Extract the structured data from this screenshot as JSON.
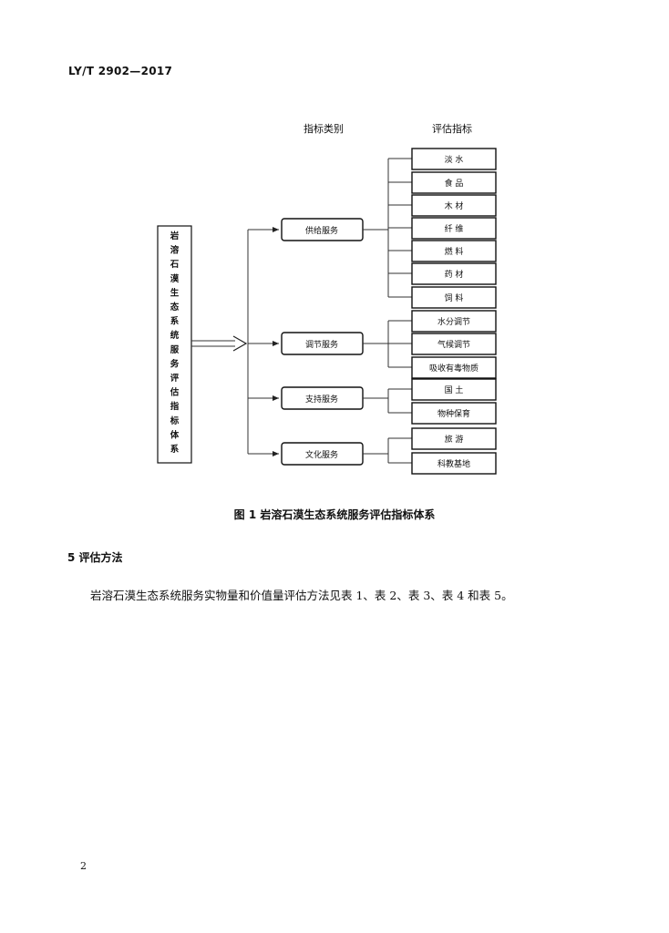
{
  "header": {
    "standard_code": "LY/T 2902—2017"
  },
  "figure": {
    "col_category": "指标类别",
    "col_indicator": "评估指标",
    "root": "岩溶石漠生态系统服务评估指标体系",
    "groups": [
      {
        "name": "供给服务",
        "items": [
          "淡 水",
          "食 品",
          "木 材",
          "纤 维",
          "燃 料",
          "药 材",
          "饲 料"
        ]
      },
      {
        "name": "调节服务",
        "items": [
          "水分调节",
          "气候调节",
          "吸收有毒物质"
        ]
      },
      {
        "name": "支持服务",
        "items": [
          "国 土",
          "物种保育"
        ]
      },
      {
        "name": "文化服务",
        "items": [
          "旅 游",
          "科教基地"
        ]
      }
    ],
    "caption": "图 1   岩溶石漠生态系统服务评估指标体系"
  },
  "section": {
    "heading": "5   评估方法",
    "paragraph": "岩溶石漠生态系统服务实物量和价值量评估方法见表 1、表 2、表 3、表 4 和表 5。"
  },
  "page_number": "2"
}
